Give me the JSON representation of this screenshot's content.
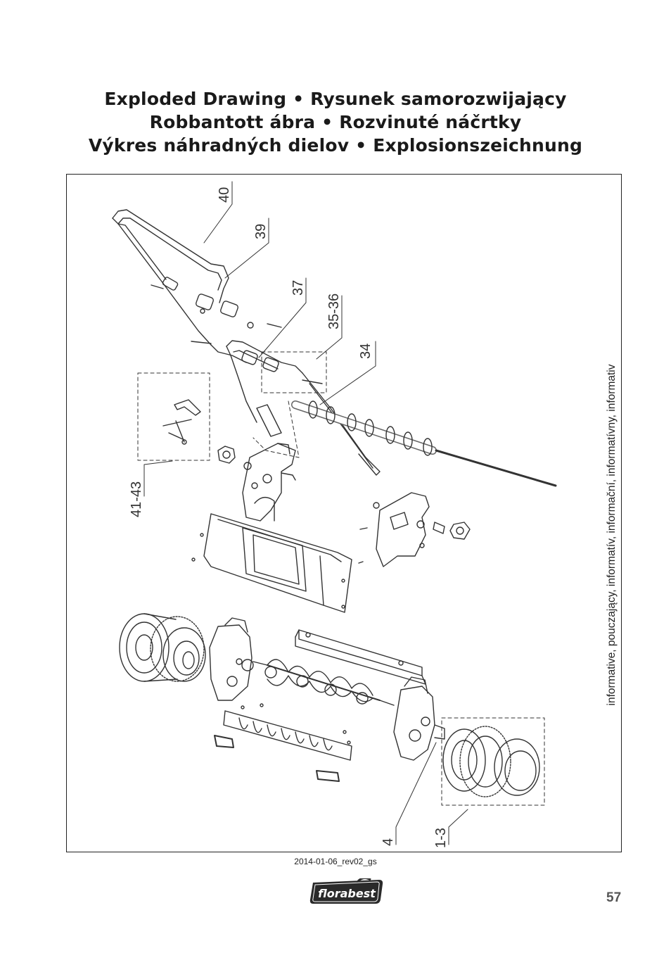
{
  "header": {
    "title_line_1": "Exploded Drawing • Rysunek samorozwijający",
    "title_line_2": "Robbantott ábra • Rozvinuté náčrtky",
    "title_line_3": "Výkres náhradných dielov • Explosionszeichnung"
  },
  "diagram": {
    "side_note": "informative, pouczający, informatív, informační, informatívny, informativ",
    "callouts": {
      "c40": "40",
      "c39": "39",
      "c37": "37",
      "c35_36": "35-36",
      "c34": "34",
      "c41_43": "41-43",
      "c4": "4",
      "c1_3": "1-3"
    }
  },
  "footer": {
    "revision": "2014-01-06_rev02_gs",
    "brand_logo_text": "florabest",
    "page_number": "57"
  }
}
